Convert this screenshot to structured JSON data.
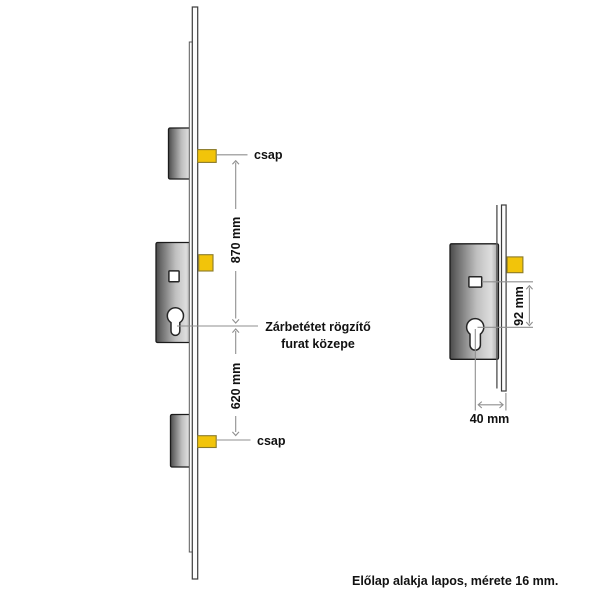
{
  "labels": {
    "pin_top": "csap",
    "pin_bottom": "csap",
    "cylinder_note_line1": "Zárbetétet rögzítő",
    "cylinder_note_line2": "furat közepe",
    "footer_note": "Előlap alakja lapos, mérete 16 mm."
  },
  "dimensions": {
    "top_to_cylinder": "870 mm",
    "cylinder_to_bottom": "620 mm",
    "detail_vertical": "92 mm",
    "detail_backset": "40 mm"
  },
  "colors": {
    "pin": "#f2c40a",
    "pin_border": "#8a7a28",
    "annotation_line": "#8f8f8f",
    "rail_outline": "#3c3c3c",
    "case_border": "#1b1b1b",
    "case_dark": "#4a4a4a",
    "case_light": "#dedede",
    "text": "#111111",
    "background": "#ffffff"
  }
}
